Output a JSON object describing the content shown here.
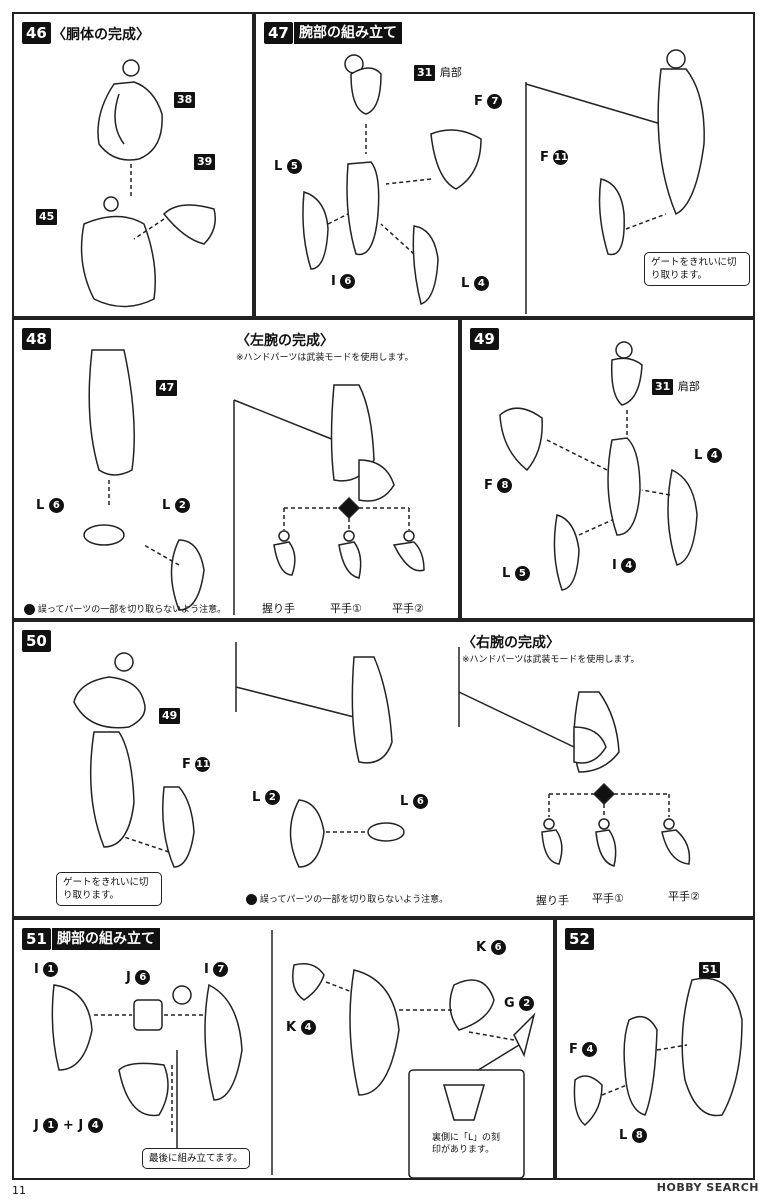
{
  "steps": {
    "s46": {
      "num": "46",
      "title": "〈胴体の完成〉",
      "parts": [
        "38",
        "39",
        "45"
      ]
    },
    "s47": {
      "num": "47",
      "title": "腕部の組み立て",
      "part31": "31",
      "part31_label": "肩部",
      "F7": {
        "letter": "F",
        "num": "7"
      },
      "L5": {
        "letter": "L",
        "num": "5"
      },
      "I6": {
        "letter": "I",
        "num": "6"
      },
      "L4": {
        "letter": "L",
        "num": "4"
      },
      "F11": {
        "letter": "F",
        "num": "11"
      },
      "note": "ゲートをきれいに切り取ります。"
    },
    "s48": {
      "num": "48",
      "part47": "47",
      "L6": {
        "letter": "L",
        "num": "6"
      },
      "L2": {
        "letter": "L",
        "num": "2"
      },
      "caution": "誤ってパーツの一部を切り取らないよう注意。",
      "left_title": "〈左腕の完成〉",
      "left_note": "※ハンドパーツは武装モードを使用します。",
      "hands": [
        "握り手",
        "平手①",
        "平手②"
      ]
    },
    "s49": {
      "num": "49",
      "part31": "31",
      "part31_label": "肩部",
      "L4": {
        "letter": "L",
        "num": "4"
      },
      "F8": {
        "letter": "F",
        "num": "8"
      },
      "I4": {
        "letter": "I",
        "num": "4"
      },
      "L5": {
        "letter": "L",
        "num": "5"
      }
    },
    "s50": {
      "num": "50",
      "part49": "49",
      "F11": {
        "letter": "F",
        "num": "11"
      },
      "note": "ゲートをきれいに切り取ります。",
      "L2": {
        "letter": "L",
        "num": "2"
      },
      "L6": {
        "letter": "L",
        "num": "6"
      },
      "caution": "誤ってパーツの一部を切り取らないよう注意。",
      "right_title": "〈右腕の完成〉",
      "right_note": "※ハンドパーツは武装モードを使用します。",
      "hands": [
        "握り手",
        "平手①",
        "平手②"
      ]
    },
    "s51": {
      "num": "51",
      "title": "脚部の組み立て",
      "I1": {
        "letter": "I",
        "num": "1"
      },
      "J6": {
        "letter": "J",
        "num": "6"
      },
      "I7": {
        "letter": "I",
        "num": "7"
      },
      "J1": {
        "letter": "J",
        "num": "1"
      },
      "J4": {
        "letter": "J",
        "num": "4"
      },
      "plus": "+",
      "note_last": "最後に組み立てます。",
      "K6": {
        "letter": "K",
        "num": "6"
      },
      "K4": {
        "letter": "K",
        "num": "4"
      },
      "G2": {
        "letter": "G",
        "num": "2"
      },
      "note_L": "裏側に「L」の刻印があります。"
    },
    "s52": {
      "num": "52",
      "part51": "51",
      "F4": {
        "letter": "F",
        "num": "4"
      },
      "L8": {
        "letter": "L",
        "num": "8"
      }
    }
  },
  "footer": {
    "page": "11",
    "watermark": "HOBBY SEARCH"
  }
}
